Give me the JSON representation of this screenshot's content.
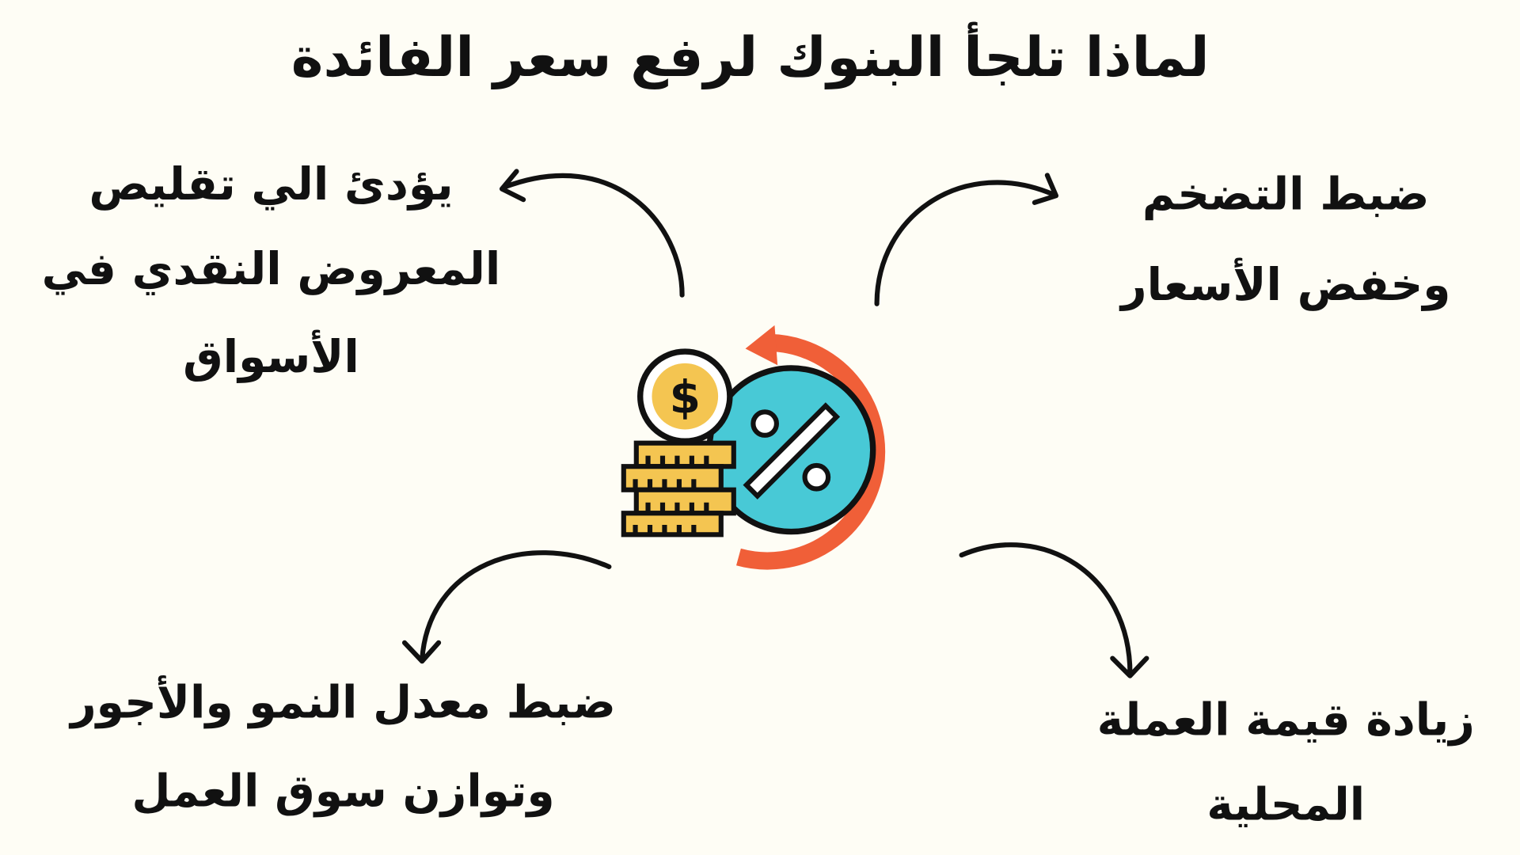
{
  "title": "لماذا تلجأ البنوك لرفع سعر الفائدة",
  "reasons": {
    "top_left": [
      "يؤدئ الي تقليص",
      "المعروض النقدي في",
      "الأسواق"
    ],
    "top_right": [
      "ضبط التضخم",
      "وخفض الأسعار"
    ],
    "bottom_left": [
      "ضبط معدل النمو والأجور",
      "وتوازن سوق العمل"
    ],
    "bottom_right": [
      "زيادة قيمة العملة",
      "المحلية"
    ]
  },
  "icon": {
    "name": "interest-rate-icon",
    "currency_symbol": "$"
  },
  "colors": {
    "background": "#fefdf5",
    "cyan": "#48c9d6",
    "orange": "#f05f38",
    "yellow": "#f4c551",
    "ink": "#111111"
  }
}
